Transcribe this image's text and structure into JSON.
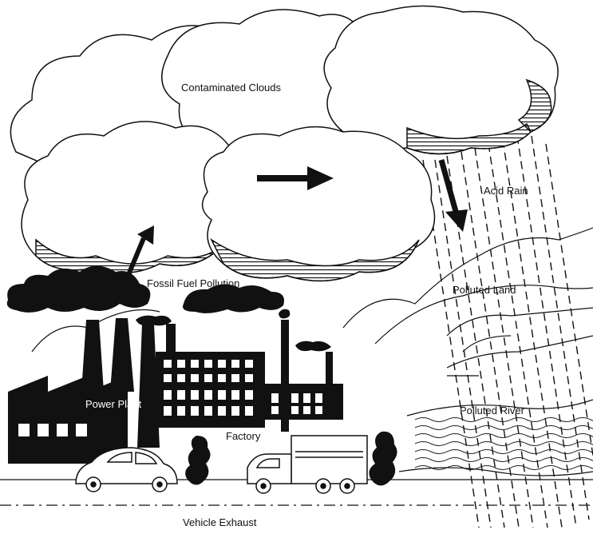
{
  "labels": {
    "clouds": "Contaminated Clouds",
    "acid_rain": "Acid Rain",
    "fossil": "Fossil Fuel Pollution",
    "land": "Polluted Land",
    "power_plant": "Power Plant",
    "factory": "Factory",
    "river": "Polluted River",
    "exhaust": "Vehicle Exhaust"
  },
  "colors": {
    "ink": "#111111",
    "background": "#ffffff"
  }
}
